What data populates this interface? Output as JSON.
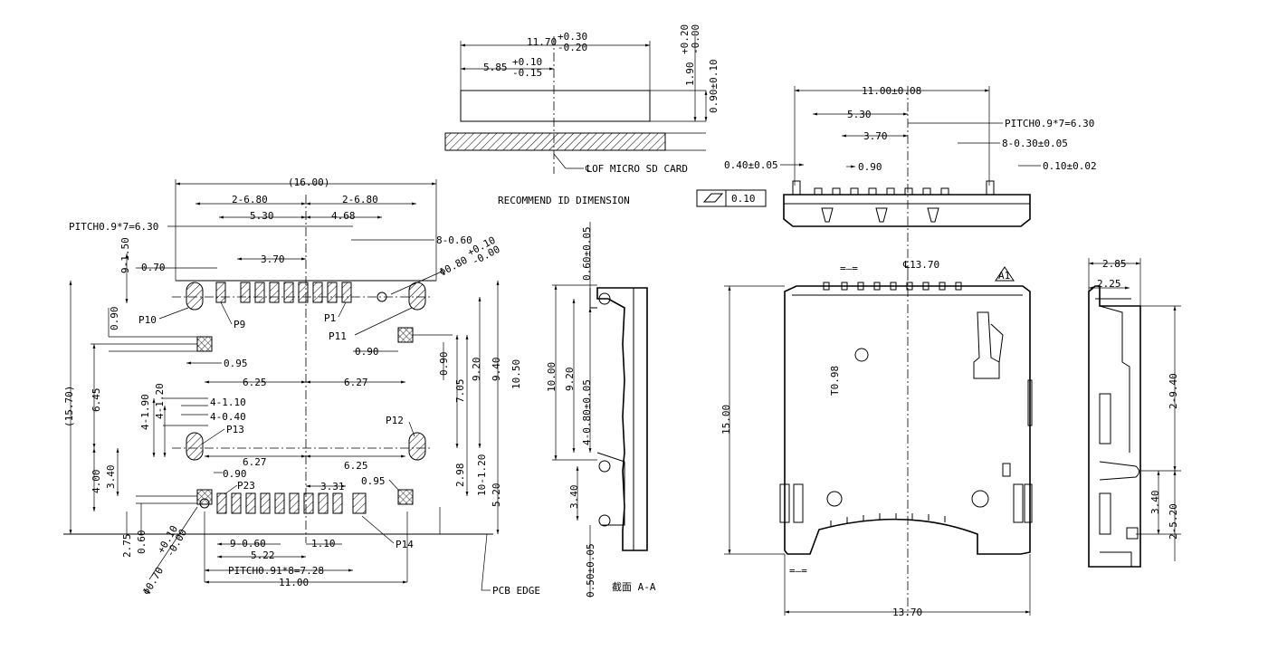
{
  "top_view": {
    "dim_11_70": "11.70",
    "dim_11_70_tol_plus": "+0.30",
    "dim_11_70_tol_minus": "-0.20",
    "dim_5_85": "5.85",
    "dim_5_85_tol_plus": "+0.10",
    "dim_5_85_tol_minus": "-0.15",
    "dim_1_90": "1.90",
    "dim_1_90_tol_plus": "+0.20",
    "dim_1_90_tol_minus": "-0.00",
    "dim_0_90": "0.90±0.10",
    "center_label": "℄OF MICRO SD CARD",
    "recommend_title": "RECOMMEND ID DIMENSION"
  },
  "footprint": {
    "overall_width": "(16.00)",
    "dim_2_6_80_left": "2-6.80",
    "dim_2_6_80_right": "2-6.80",
    "dim_5_30": "5.30",
    "dim_4_68": "4.68",
    "pitch_top": "PITCH0.9*7=6.30",
    "dim_8_0_60": "8-0.60",
    "dim_3_70": "3.70",
    "dim_9_1_50": "9-1.50",
    "dim_0_70": "0.70",
    "hole_diameter": "Φ0.80",
    "hole_tol_plus": "+0.10",
    "hole_tol_minus": "-0.00",
    "label_p10": "P10",
    "label_p9": "P9",
    "label_p1": "P1",
    "label_p11": "P11",
    "label_p12": "P12",
    "label_p13": "P13",
    "label_p23": "P23",
    "label_p14": "P14",
    "dim_0_90_left": "0.90",
    "dim_0_90_mid": "0.90",
    "dim_0_90_right": "0.90",
    "dim_0_95_left": "0.95",
    "dim_0_95_right": "0.95",
    "dim_6_25_top": "6.25",
    "dim_6_27_top": "6.27",
    "dim_6_27_bottom": "6.27",
    "dim_6_25_bottom": "6.25",
    "dim_15_70": "(15.70)",
    "dim_6_45": "6.45",
    "dim_4_1_90": "4-1.90",
    "dim_4_1_20": "4-1.20",
    "dim_4_1_10": "4-1.10",
    "dim_4_0_40": "4-0.40",
    "dim_4_00": "4.00",
    "dim_3_40": "3.40",
    "dim_2_75": "2.75",
    "dim_0_60": "0.60",
    "dim_9_20": "9.20",
    "dim_9_40": "9.40",
    "dim_10_50": "10.50",
    "dim_7_05": "7.05",
    "dim_2_98": "2.98",
    "dim_10_1_20": "10-1.20",
    "dim_5_20": "5.20",
    "dim_0_90_small": "0.90",
    "dim_3_31": "3.31",
    "dim_9_0_60": "9-0.60",
    "dim_5_22": "5.22",
    "dim_1_10": "1.10",
    "pitch_bottom": "PITCH0.91*8=7.28",
    "dim_11_00": "11.00",
    "hole2_diameter": "Φ0.70",
    "hole2_tol_plus": "+0.10",
    "hole2_tol_minus": "-0.00",
    "pcb_edge": "PCB EDGE"
  },
  "section_view": {
    "dim_0_60": "0.60±0.05",
    "dim_10_00": "10.00",
    "dim_9_20": "9.20",
    "dim_4_0_80": "4-0.80±0.05",
    "dim_3_40": "3.40",
    "dim_0_50": "0.50±0.05",
    "section_label": "截面 A-A"
  },
  "front_view": {
    "dim_11_00": "11.00±0.08",
    "dim_5_30": "5.30",
    "pitch": "PITCH0.9*7=6.30",
    "dim_3_70": "3.70",
    "dim_8_0_30": "8-0.30±0.05",
    "dim_0_40": "0.40±0.05",
    "dim_0_90": "0.90",
    "dim_0_10": "0.10±0.02",
    "flatness": "0.10"
  },
  "main_view": {
    "center_label": "℄13.70",
    "dim_15_00": "15.00",
    "dim_13_70": "13.70",
    "marking": "T0.98",
    "rev_mark": "A1"
  },
  "side_view": {
    "dim_2_85": "2.85",
    "dim_2_25": "2.25",
    "dim_2_9_40": "2-9.40",
    "dim_3_40": "3.40",
    "dim_2_5_20": "2-5.20"
  }
}
